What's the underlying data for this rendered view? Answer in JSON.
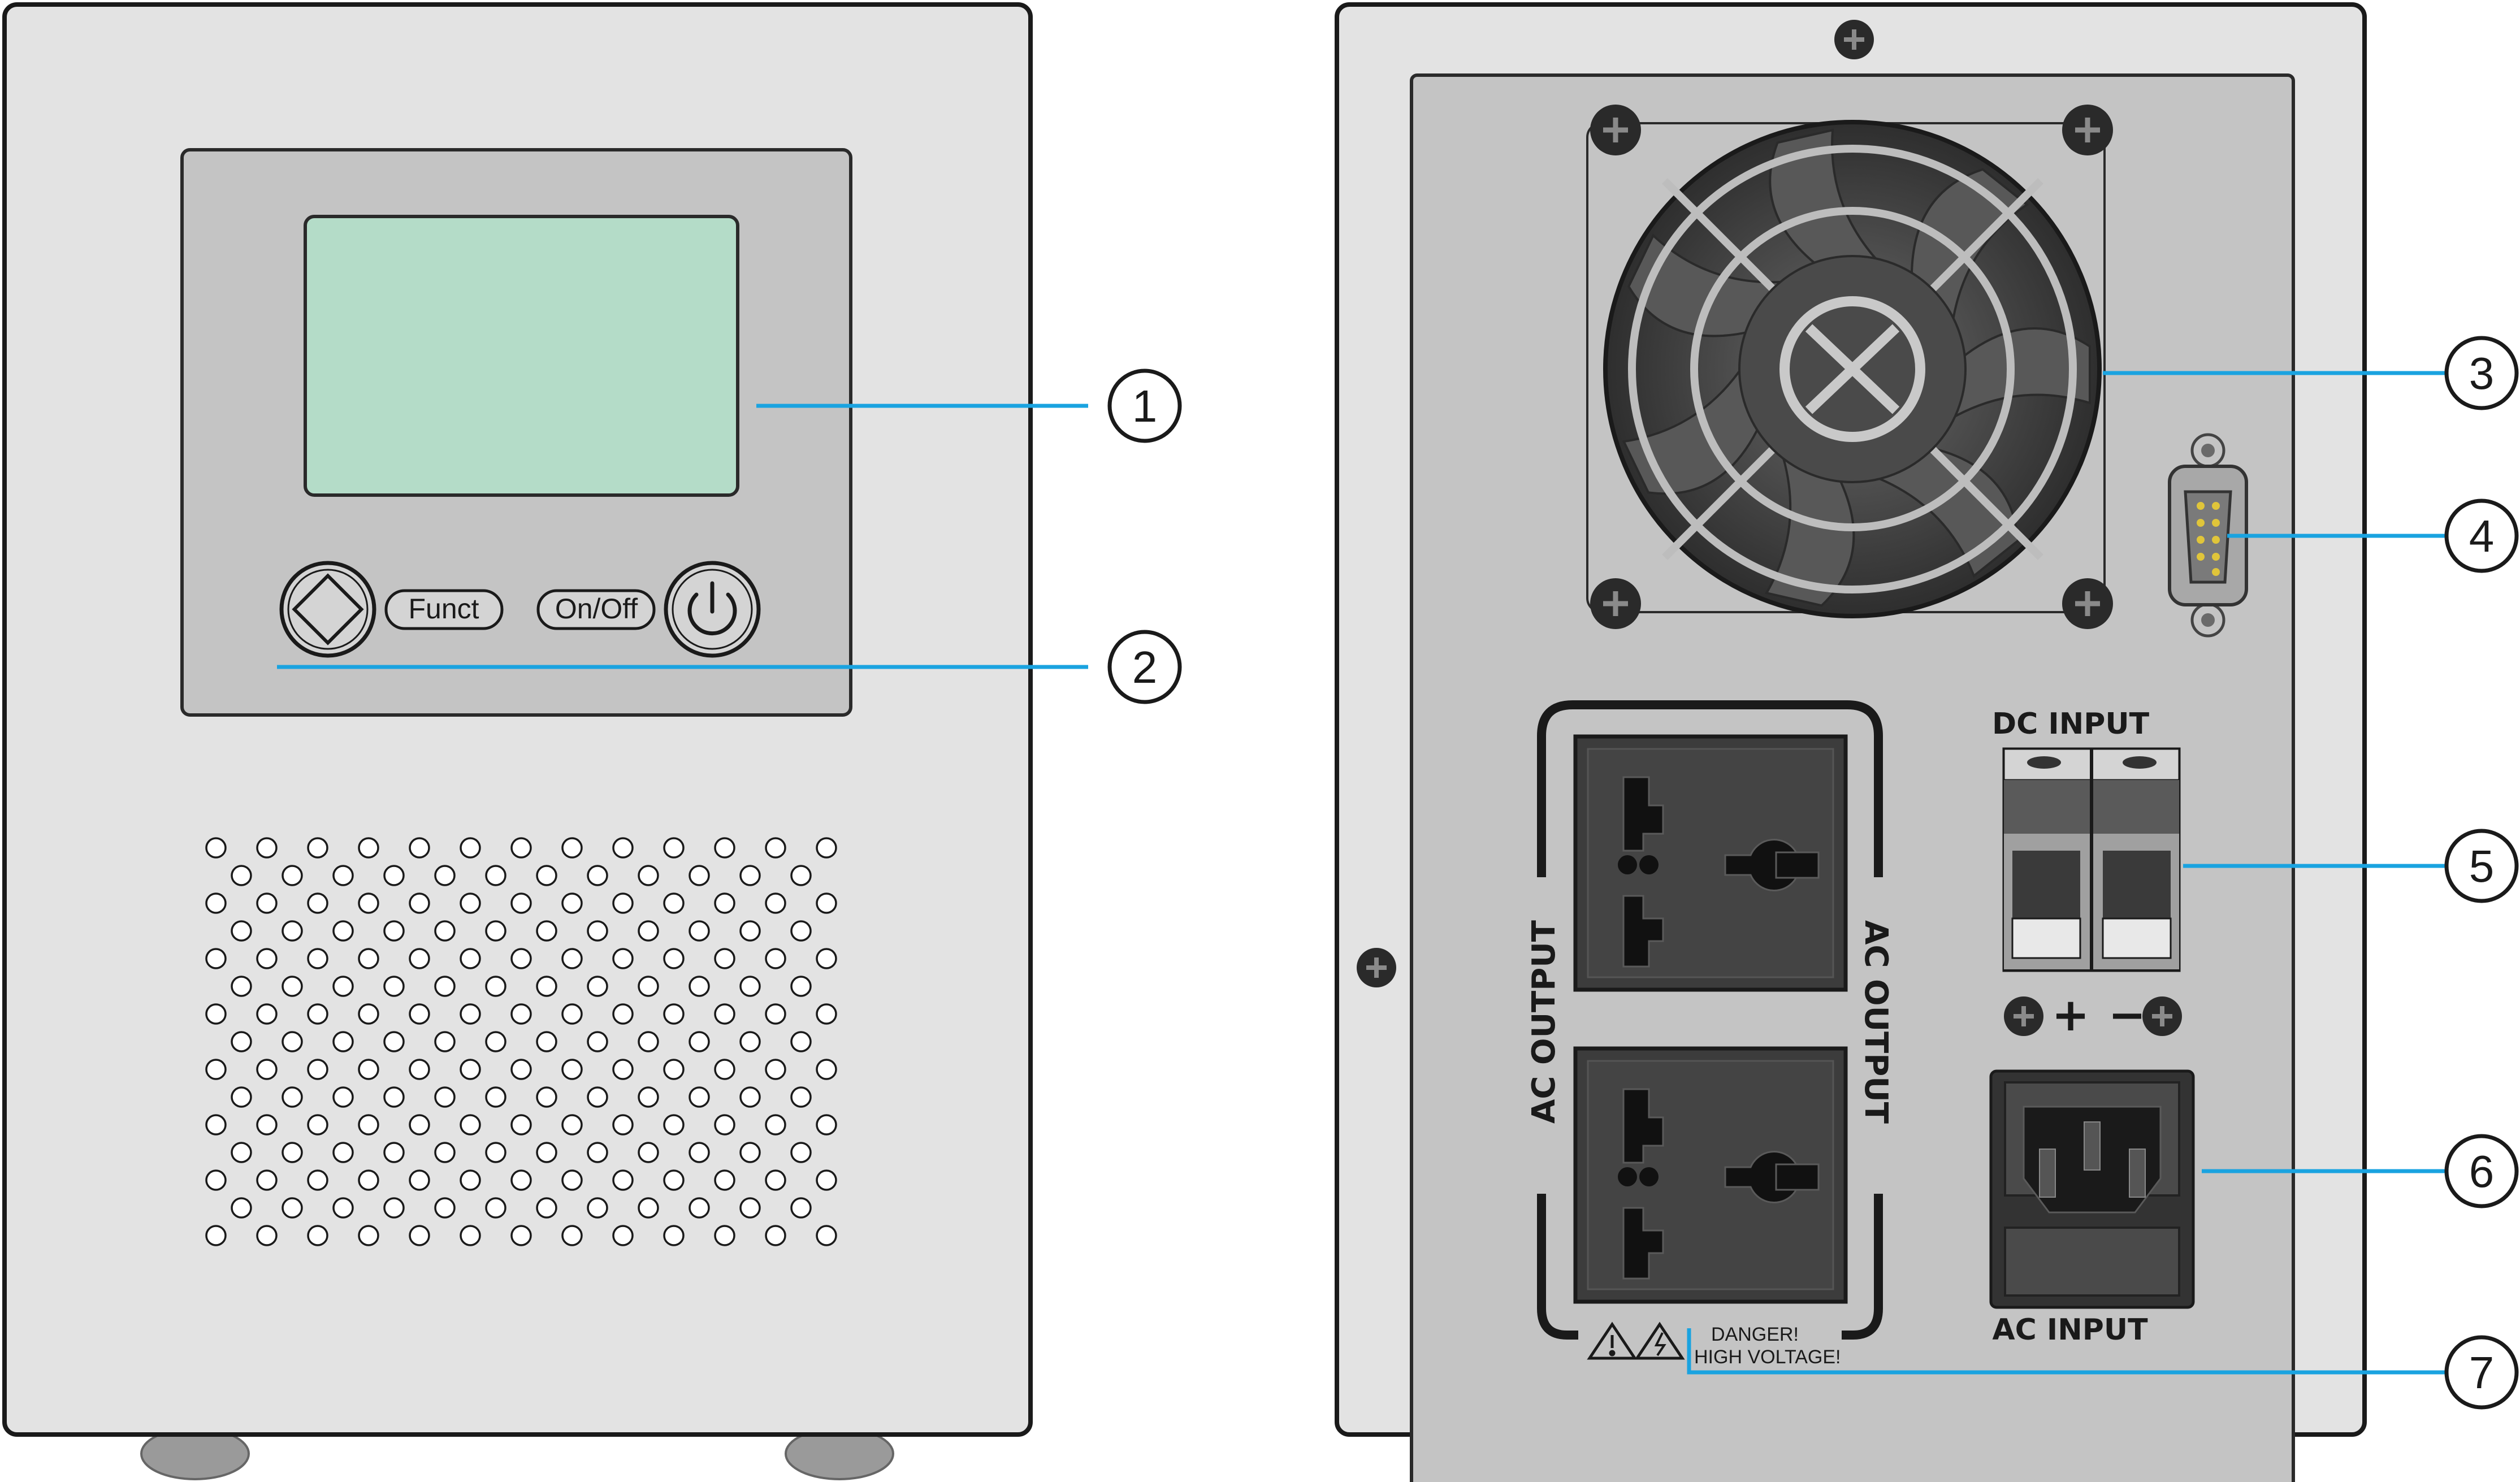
{
  "front_panel": {
    "buttons": {
      "funct_label": "Funct",
      "onoff_label": "On/Off"
    }
  },
  "rear_panel": {
    "ac_output_label": "AC OUTPUT",
    "dc_input_label": "DC INPUT",
    "ac_input_label": "AC INPUT",
    "polarity_plus": "+",
    "polarity_minus": "−",
    "warning_line1": "DANGER!",
    "warning_line2": "HIGH VOLTAGE!"
  },
  "callouts": [
    "1",
    "2",
    "3",
    "4",
    "5",
    "6",
    "7"
  ],
  "colors": {
    "casing": "#e3e3e3",
    "panel": "#c4c4c4",
    "lcd": "#b4dcc8",
    "leader_line": "#1aa3e0",
    "socket": "#3c3c3c"
  }
}
